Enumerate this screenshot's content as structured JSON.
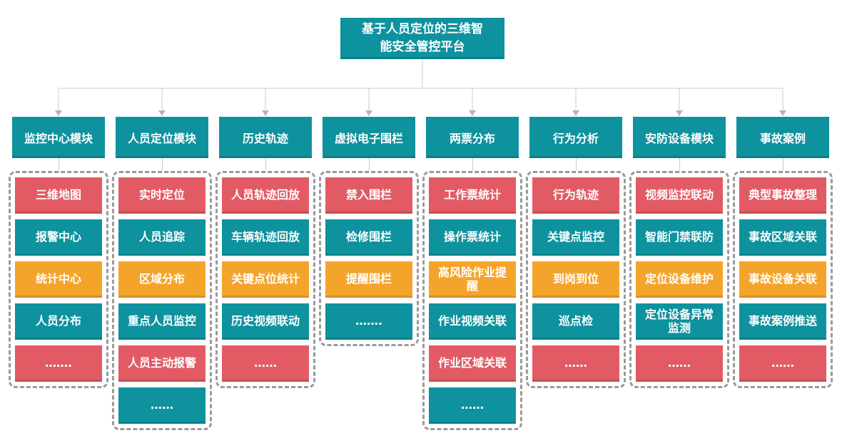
{
  "palette": {
    "teal": "#0E929E",
    "red": "#E25B64",
    "orange": "#F5A42B",
    "connector_line": "#CCCCCC",
    "arrow": "#B5B5B5",
    "dashed_border": "#9A9A9A",
    "text_on_box": "#FFFFFF"
  },
  "title": {
    "text": "基于人员定位的三维智能安全管控平台",
    "lines": [
      "基于人员定位的三维智",
      "能安全管控平台"
    ]
  },
  "columns": [
    {
      "header": "监控中心模块",
      "items": [
        {
          "label": "三维地图",
          "color": "red"
        },
        {
          "label": "报警中心",
          "color": "teal"
        },
        {
          "label": "统计中心",
          "color": "orange"
        },
        {
          "label": "人员分布",
          "color": "teal"
        },
        {
          "label": "…….",
          "color": "red"
        }
      ]
    },
    {
      "header": "人员定位模块",
      "items": [
        {
          "label": "实时定位",
          "color": "red"
        },
        {
          "label": "人员追踪",
          "color": "teal"
        },
        {
          "label": "区域分布",
          "color": "orange"
        },
        {
          "label": "重点人员监控",
          "color": "teal"
        },
        {
          "label": "人员主动报警",
          "color": "red"
        },
        {
          "label": "……",
          "color": "teal"
        }
      ]
    },
    {
      "header": "历史轨迹",
      "items": [
        {
          "label": "人员轨迹回放",
          "color": "red"
        },
        {
          "label": "车辆轨迹回放",
          "color": "teal"
        },
        {
          "label": "关键点位统计",
          "color": "orange"
        },
        {
          "label": "历史视频联动",
          "color": "teal"
        },
        {
          "label": "……",
          "color": "red"
        }
      ]
    },
    {
      "header": "虚拟电子围栏",
      "items": [
        {
          "label": "禁入围栏",
          "color": "red"
        },
        {
          "label": "检修围栏",
          "color": "teal"
        },
        {
          "label": "提醒围栏",
          "color": "orange"
        },
        {
          "label": "…….",
          "color": "teal"
        }
      ]
    },
    {
      "header": "两票分布",
      "items": [
        {
          "label": "工作票统计",
          "color": "red"
        },
        {
          "label": "操作票统计",
          "color": "teal"
        },
        {
          "label": "高风险作业提醒",
          "color": "orange"
        },
        {
          "label": "作业视频关联",
          "color": "teal"
        },
        {
          "label": "作业区域关联",
          "color": "red"
        },
        {
          "label": "……",
          "color": "teal"
        }
      ]
    },
    {
      "header": "行为分析",
      "items": [
        {
          "label": "行为轨迹",
          "color": "red"
        },
        {
          "label": "关键点监控",
          "color": "teal"
        },
        {
          "label": "到岗到位",
          "color": "orange"
        },
        {
          "label": "巡点检",
          "color": "teal"
        },
        {
          "label": "……",
          "color": "red"
        }
      ]
    },
    {
      "header": "安防设备模块",
      "items": [
        {
          "label": "视频监控联动",
          "color": "red"
        },
        {
          "label": "智能门禁联防",
          "color": "teal"
        },
        {
          "label": "定位设备维护",
          "color": "orange"
        },
        {
          "label": "定位设备异常监测",
          "color": "teal"
        },
        {
          "label": "……",
          "color": "red"
        }
      ]
    },
    {
      "header": "事故案例",
      "items": [
        {
          "label": "典型事故整理",
          "color": "red"
        },
        {
          "label": "事故区域关联",
          "color": "teal"
        },
        {
          "label": "事故设备关联",
          "color": "orange"
        },
        {
          "label": "事故案例推送",
          "color": "teal"
        },
        {
          "label": "……",
          "color": "red"
        }
      ]
    }
  ]
}
